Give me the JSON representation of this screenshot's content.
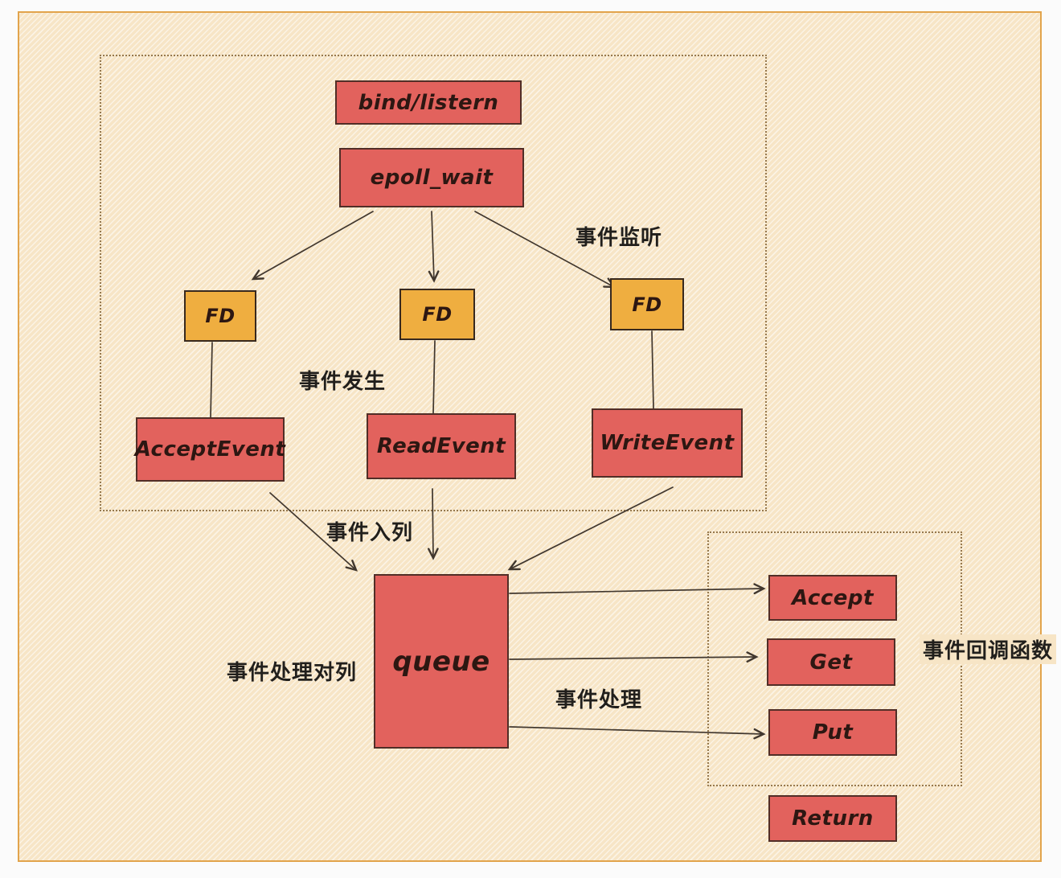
{
  "diagram": {
    "title": "epoll event loop diagram",
    "colors": {
      "canvas_background": "#f7e5c6",
      "canvas_border": "#e2a44c",
      "node_red_fill": "#e2625d",
      "node_red_border": "#512e27",
      "node_orange_fill": "#efae40",
      "node_orange_border": "#38291e",
      "dotted_group_border": "#96794f",
      "wire_stroke": "#41372e",
      "text": "#2d1712"
    },
    "nodes": {
      "bind_listen": {
        "label": "bind/listern",
        "color": "red"
      },
      "epoll_wait": {
        "label": "epoll_wait",
        "color": "red"
      },
      "fd_left": {
        "label": "FD",
        "color": "orange"
      },
      "fd_mid": {
        "label": "FD",
        "color": "orange"
      },
      "fd_right": {
        "label": "FD",
        "color": "orange"
      },
      "accept_event": {
        "label": "AcceptEvent",
        "color": "red"
      },
      "read_event": {
        "label": "ReadEvent",
        "color": "red"
      },
      "write_event": {
        "label": "WriteEvent",
        "color": "red"
      },
      "queue": {
        "label": "queue",
        "color": "red"
      },
      "cb_accept": {
        "label": "Accept",
        "color": "red"
      },
      "cb_get": {
        "label": "Get",
        "color": "red"
      },
      "cb_put": {
        "label": "Put",
        "color": "red"
      },
      "cb_return": {
        "label": "Return",
        "color": "red"
      }
    },
    "annotations": {
      "listen": "事件监听",
      "occur": "事件发生",
      "enqueue": "事件入列",
      "queue_label": "事件处理对列",
      "process": "事件处理",
      "callbacks": "事件回调函数"
    },
    "edges": [
      {
        "from": "epoll_wait",
        "to": "fd_left",
        "arrow": true
      },
      {
        "from": "epoll_wait",
        "to": "fd_mid",
        "arrow": true
      },
      {
        "from": "epoll_wait",
        "to": "fd_right",
        "arrow": true
      },
      {
        "from": "fd_left",
        "to": "accept_event",
        "arrow": false
      },
      {
        "from": "fd_mid",
        "to": "read_event",
        "arrow": false
      },
      {
        "from": "fd_right",
        "to": "write_event",
        "arrow": false
      },
      {
        "from": "accept_event",
        "to": "queue",
        "arrow": true
      },
      {
        "from": "read_event",
        "to": "queue",
        "arrow": true
      },
      {
        "from": "write_event",
        "to": "queue",
        "arrow": true
      },
      {
        "from": "queue",
        "to": "cb_accept",
        "arrow": true
      },
      {
        "from": "queue",
        "to": "cb_get",
        "arrow": true
      },
      {
        "from": "queue",
        "to": "cb_put",
        "arrow": true
      }
    ]
  }
}
